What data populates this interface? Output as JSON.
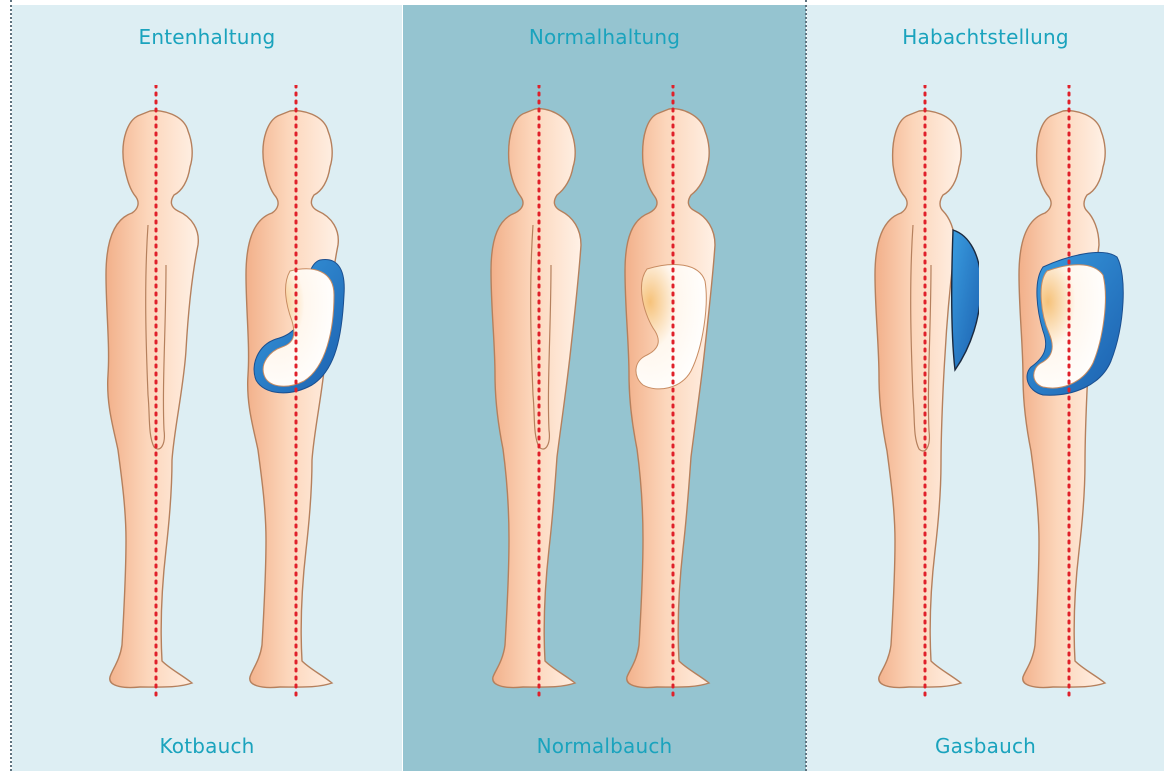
{
  "panels": [
    {
      "title": "Entenhaltung",
      "caption": "Kotbauch"
    },
    {
      "title": "Normalhaltung",
      "caption": "Normalbauch"
    },
    {
      "title": "Habachtstellung",
      "caption": "Gasbauch"
    }
  ],
  "colors": {
    "panel_light": "#ddeef3",
    "panel_dark": "#95c4d0",
    "label_teal": "#1aa3bd",
    "skin": "#fbd3b3",
    "skin_outline": "#b5805d",
    "plumb_line": "#e0202a",
    "belly_blue": "#2a7cc8"
  }
}
